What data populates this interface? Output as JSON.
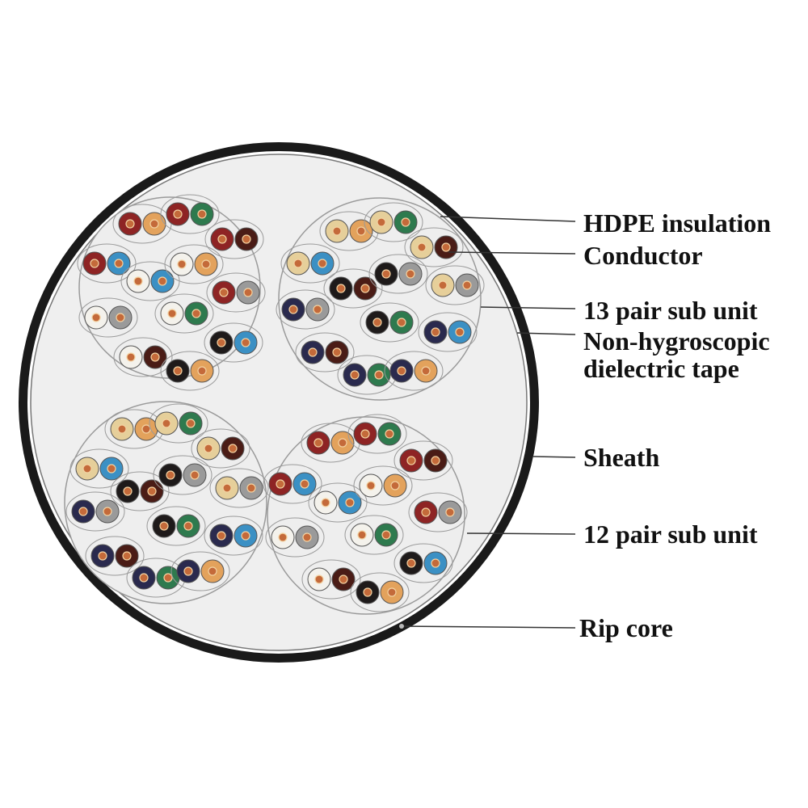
{
  "colors": {
    "sheath": "#1a1a1a",
    "core_fill": "#efefef",
    "outline": "#9a9a9a",
    "leader": "#333333",
    "conductor": "#c46a3a",
    "white": "#f4f2ec",
    "tan": "#e6cf9a",
    "orange": "#e3a25c",
    "red": "#8e2424",
    "brown": "#4a1c16",
    "blue": "#3b90c4",
    "green": "#2e7a4e",
    "gray": "#9a9a9a",
    "black": "#1e1a1a",
    "navy": "#2a2a4e"
  },
  "labels": {
    "hdpe": "HDPE insulation",
    "conductor": "Conductor",
    "pair13": "13 pair sub unit",
    "tape_line1": "Non-hygroscopic",
    "tape_line2": "dielectric tape",
    "sheath": "Sheath",
    "pair12": "12 pair sub unit",
    "rip": "Rip core"
  }
}
